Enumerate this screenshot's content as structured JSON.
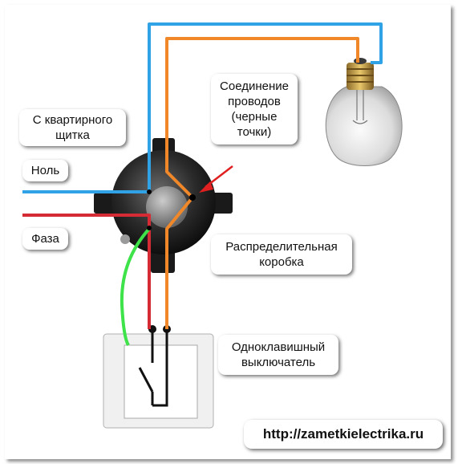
{
  "labels": {
    "from_panel": "С квартирного\nщитка",
    "neutral": "Ноль",
    "phase": "Фаза",
    "connection": "Соединение\nпроводов\n(черные\nточки)",
    "junction_box": "Распределительная\nкоробка",
    "switch": "Одноклавишный\nвыключатель"
  },
  "url": "http://zametkielectrika.ru",
  "colors": {
    "neutral_wire": "#2fa3e6",
    "phase_wire": "#d42b35",
    "switched_wire": "#f0882a",
    "ground_wire": "#3ee34a",
    "arrow": "#e02020"
  }
}
